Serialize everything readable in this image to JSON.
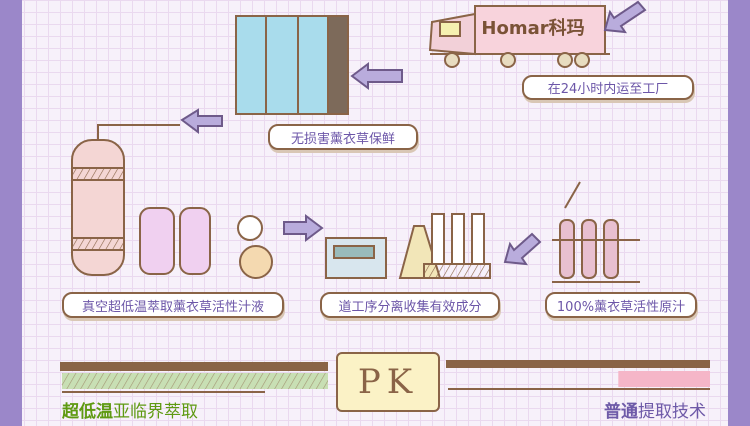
{
  "truck": {
    "brand": "Homar科玛",
    "caption": "在24小时内运至工厂"
  },
  "fridge": {
    "caption": "无损害薰衣草保鲜"
  },
  "steps": [
    {
      "caption": "真空超低温萃取薰衣草活性汁液"
    },
    {
      "caption": "道工序分离收集有效成分"
    },
    {
      "caption": "100%薰衣草活性原汁"
    }
  ],
  "comparison": {
    "center": "PK",
    "left": {
      "bold": "超低温",
      "rest": "亚临界萃取",
      "color": "#5f9a12",
      "level": 1.0
    },
    "right": {
      "bold": "普通",
      "rest": "提取技术",
      "color": "#6e5aa8",
      "level": 0.35
    }
  }
}
